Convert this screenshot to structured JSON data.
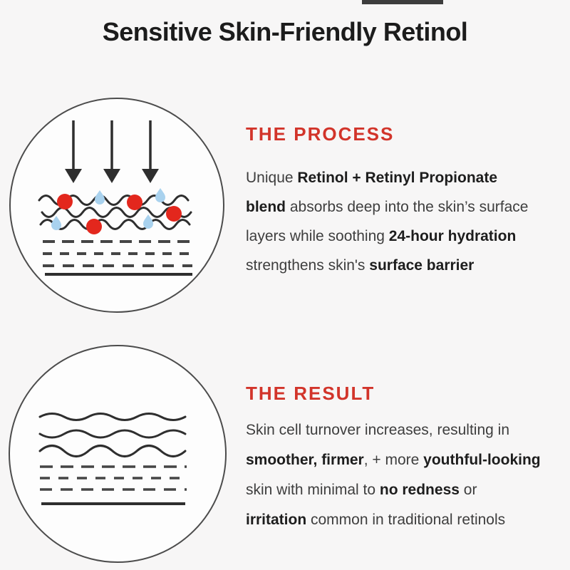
{
  "title": "Sensitive Skin-Friendly Retinol",
  "theme": {
    "background": "#f7f6f6",
    "heading_red": "#d2342a",
    "text_dark": "#3e3e3e",
    "text_bold": "#1d1d1d",
    "title_color": "#1c1c1c",
    "diagram_stroke": "#2e2e2e",
    "particle_red": "#e3271d",
    "droplet_blue": "#a9d2ee",
    "circle_border": "#4c4c4c",
    "circle_fill": "#fdfdfd",
    "dash_gray": "#454545",
    "top_bar": "#3d3d3d"
  },
  "icons": {
    "process_diagram": "skin-absorption-diagram (downward arrows, wavy surface lines, red retinol particles, blue hydration droplets, dashed skin layers, solid base line)",
    "result_diagram": "smooth-skin-diagram (smooth wavy lines, dashed skin layers, solid base line)"
  },
  "sections": [
    {
      "heading": "THE PROCESS",
      "lines": [
        [
          {
            "text": "Unique ",
            "bold": false
          },
          {
            "text": "Retinol + Retinyl Propionate",
            "bold": true
          }
        ],
        [
          {
            "text": "blend",
            "bold": true
          },
          {
            "text": " absorbs deep into the skin’s surface",
            "bold": false
          }
        ],
        [
          {
            "text": "layers while soothing ",
            "bold": false
          },
          {
            "text": "24-hour hydration",
            "bold": true
          }
        ],
        [
          {
            "text": "strengthens skin's ",
            "bold": false
          },
          {
            "text": "surface barrier",
            "bold": true
          }
        ]
      ]
    },
    {
      "heading": "THE RESULT",
      "lines": [
        [
          {
            "text": "Skin cell turnover increases, resulting in",
            "bold": false
          }
        ],
        [
          {
            "text": "smoother, firmer",
            "bold": true
          },
          {
            "text": ", + more ",
            "bold": false
          },
          {
            "text": "youthful-looking",
            "bold": true
          }
        ],
        [
          {
            "text": "skin with minimal to ",
            "bold": false
          },
          {
            "text": "no redness",
            "bold": true
          },
          {
            "text": " or",
            "bold": false
          }
        ],
        [
          {
            "text": "irritation",
            "bold": true
          },
          {
            "text": " common in traditional retinols",
            "bold": false
          }
        ]
      ]
    }
  ]
}
